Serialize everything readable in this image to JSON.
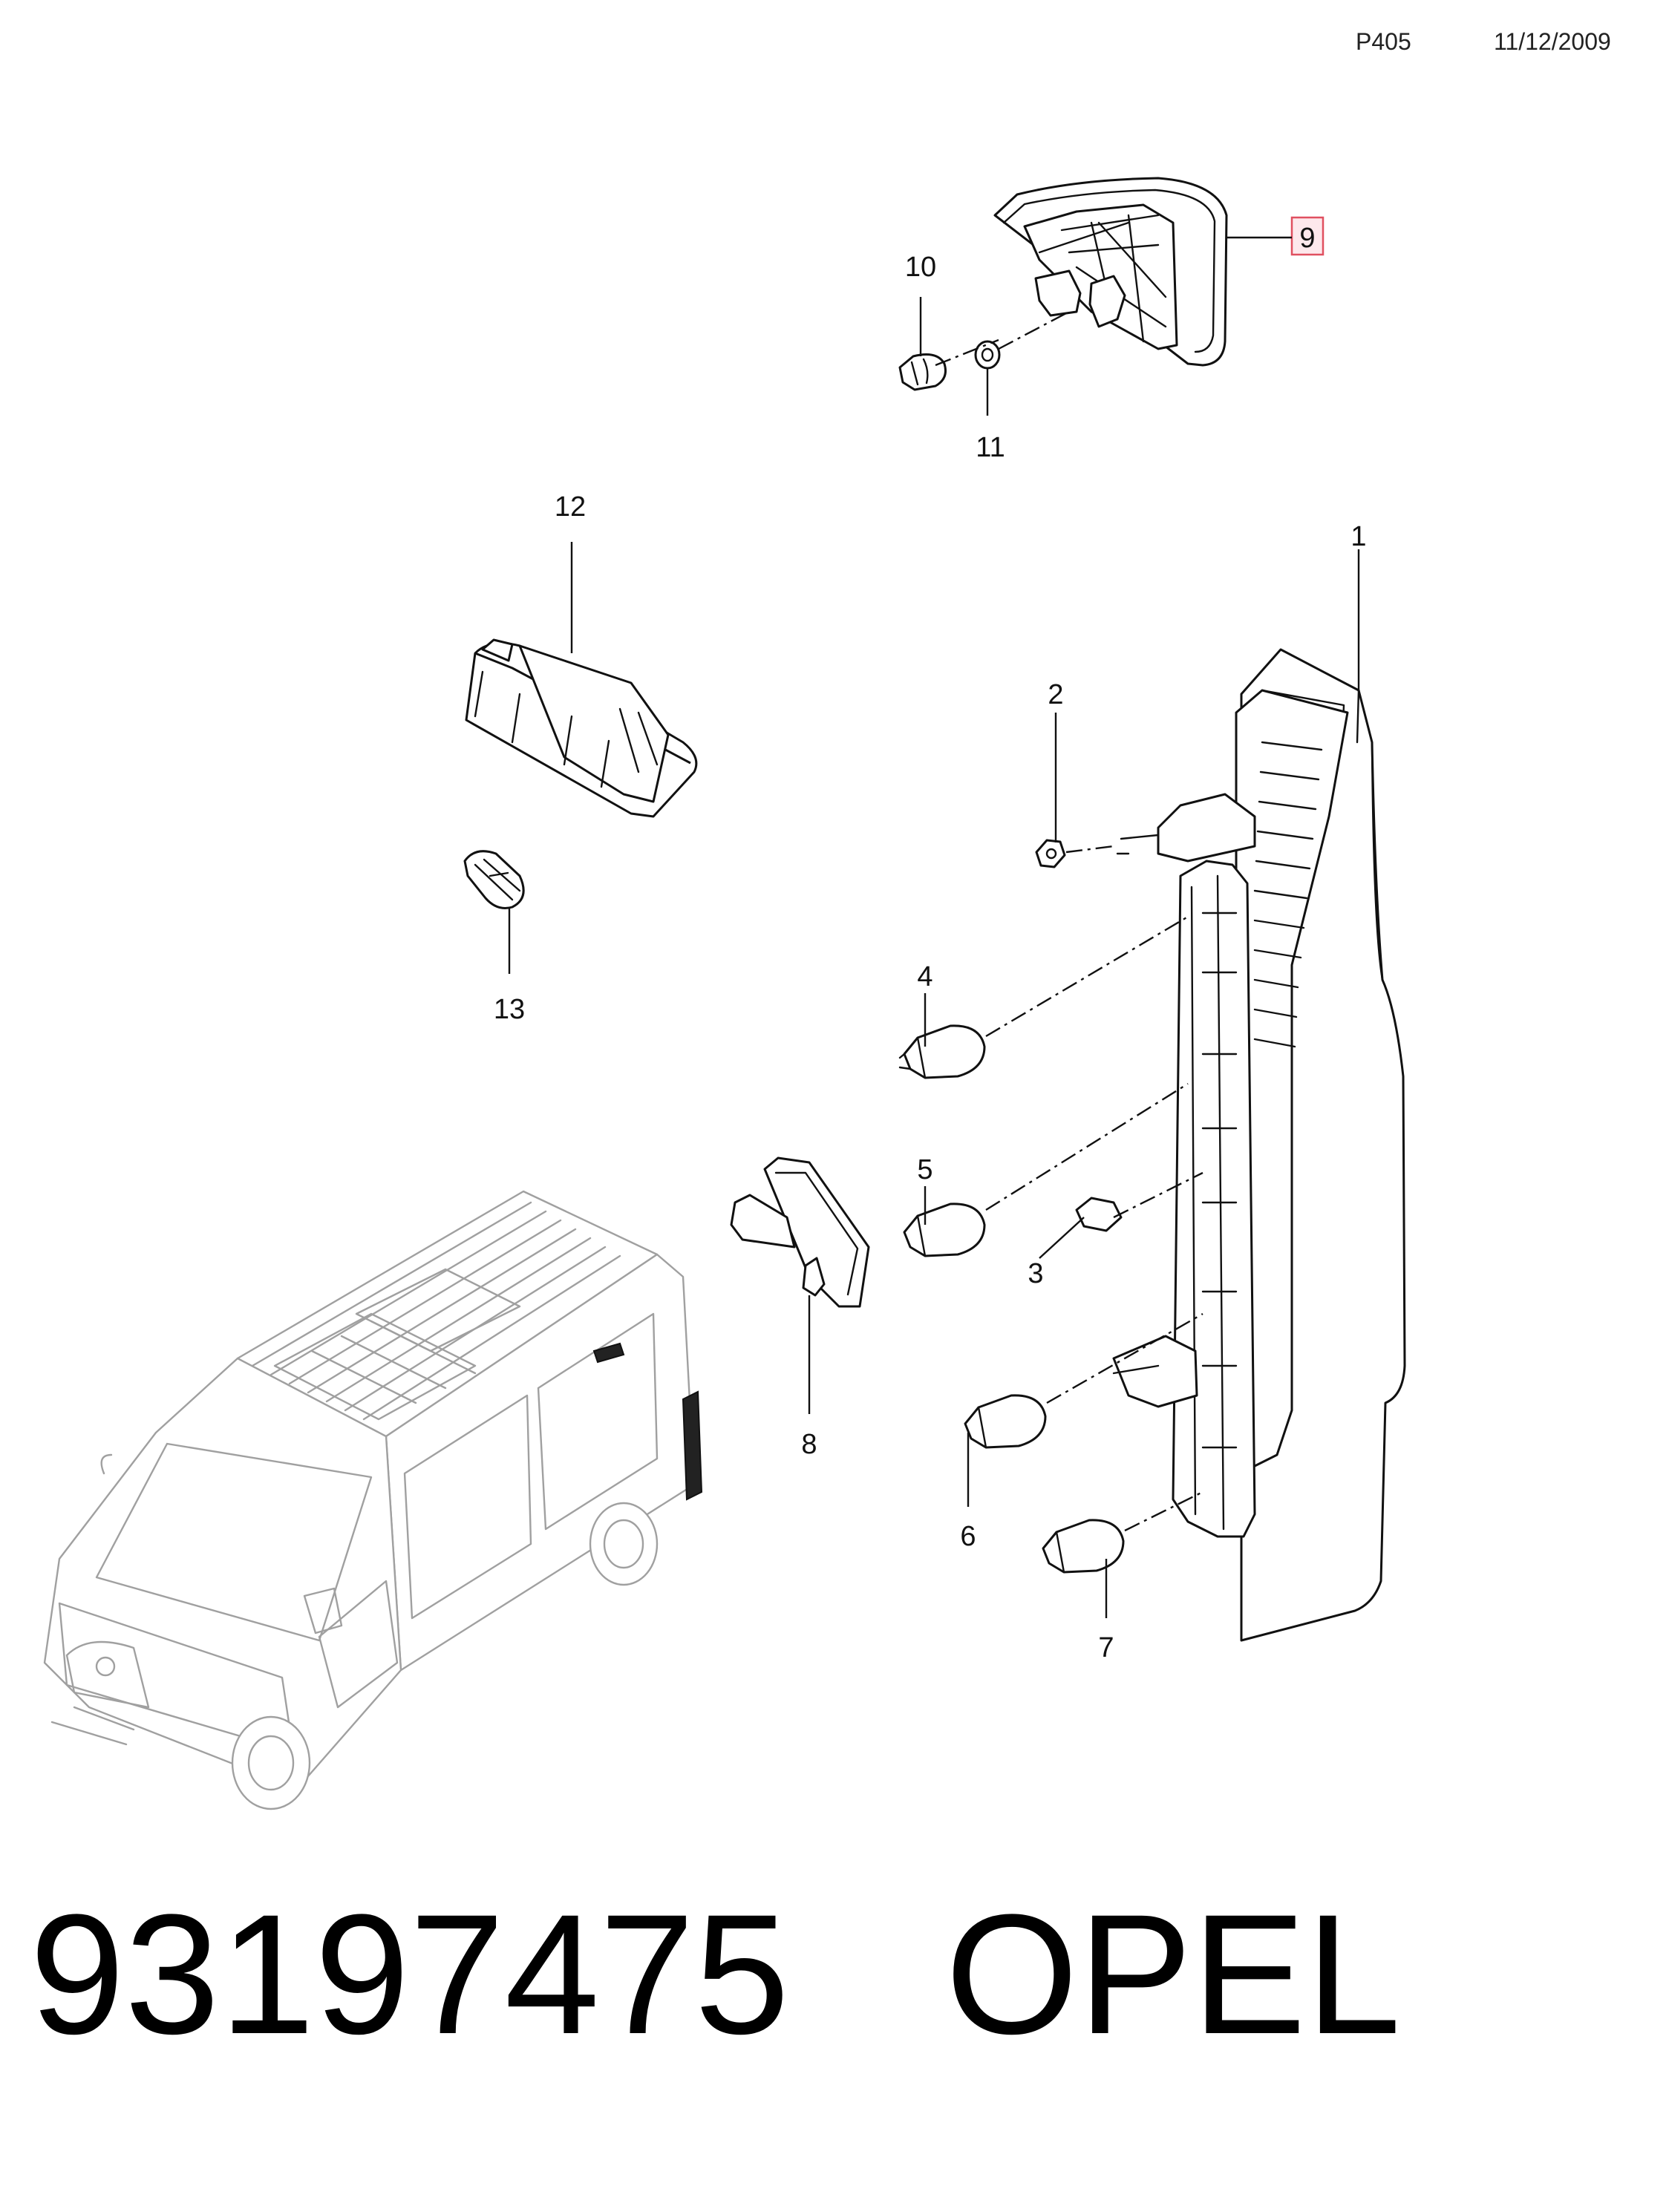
{
  "header": {
    "code": "P405",
    "date": "11/12/2009"
  },
  "callouts": [
    {
      "id": "1",
      "label": "1"
    },
    {
      "id": "2",
      "label": "2"
    },
    {
      "id": "3",
      "label": "3"
    },
    {
      "id": "4",
      "label": "4"
    },
    {
      "id": "5",
      "label": "5"
    },
    {
      "id": "6",
      "label": "6"
    },
    {
      "id": "7",
      "label": "7"
    },
    {
      "id": "8",
      "label": "8"
    },
    {
      "id": "9",
      "label": "9",
      "highlighted": true
    },
    {
      "id": "10",
      "label": "10"
    },
    {
      "id": "11",
      "label": "11"
    },
    {
      "id": "12",
      "label": "12"
    },
    {
      "id": "13",
      "label": "13"
    }
  ],
  "highlight_color": "#e05060",
  "footer": {
    "part_number": "93197475",
    "brand": "OPEL"
  }
}
